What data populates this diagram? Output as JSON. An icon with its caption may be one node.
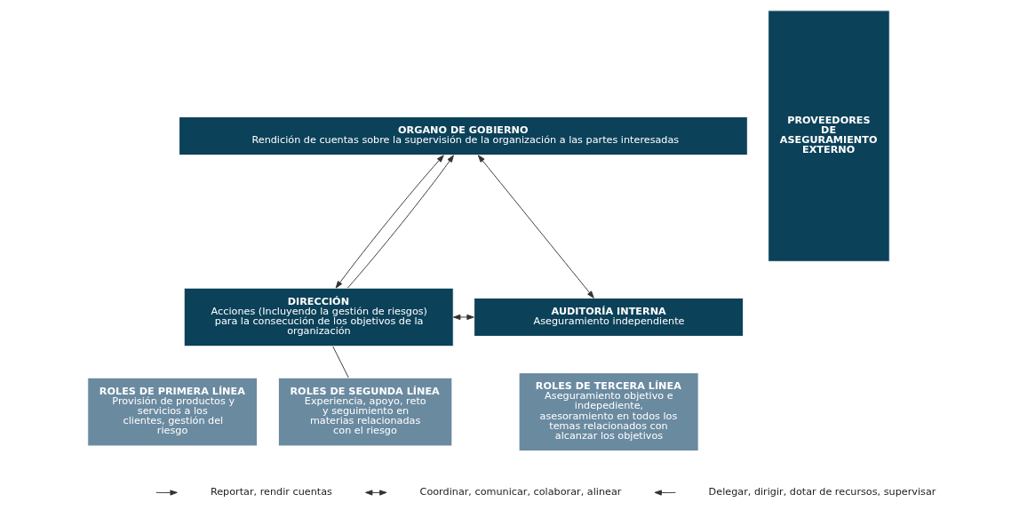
{
  "diagram": {
    "nodes": [
      {
        "text": [
          "ORGANO DE GOBIERNO",
          "Rendición de cuentas sobre la supervisión de la organización a las partes interesadas"
        ]
      },
      {
        "text": [
          "DIRECCIÓN",
          "Acciones (Incluyendo la gestión de riesgos) para la consecución de los objetivos de la organización"
        ]
      },
      {
        "text": [
          "AUDITORÍA INTERNA",
          "Aseguramiento independiente"
        ]
      },
      {
        "text": [
          "ROLES DE PRIMERA LÍNEA",
          "Provisión de productos y servicios a los clientes, gestión del riesgo"
        ]
      },
      {
        "text": [
          "ROLES DE SEGUNDA LÍNEA",
          "Experiencia, apoyo, reto y seguimiento en materias relacionadas con el riesgo"
        ]
      },
      {
        "text": [
          "ROLES DE TERCERA LÍNEA",
          "Aseguramiento objetivo e indepediente, asesoramiento en todos los temas relacionados con alcanzar los objetivos"
        ]
      },
      {
        "text": [
          "PROVEEDORES DE ASEGURAMIENTO EXTERNO"
        ]
      }
    ],
    "edges": [
      {
        "from": 0,
        "to": 1,
        "arrow": "both"
      },
      {
        "from": 1,
        "to": 0,
        "arrow": "to"
      },
      {
        "from": 0,
        "to": 2,
        "arrow": "both"
      },
      {
        "from": 1,
        "to": 2,
        "arrow": "both"
      },
      {
        "from": 1,
        "to": 4,
        "arrow": "none"
      }
    ],
    "legend": [
      {
        "text": "Reportar, rendir cuentas"
      },
      {
        "text": "Coordinar, comunicar, colaborar, alinear"
      },
      {
        "text": "Delegar, dirigir, dotar de recursos, supervisar"
      }
    ]
  }
}
